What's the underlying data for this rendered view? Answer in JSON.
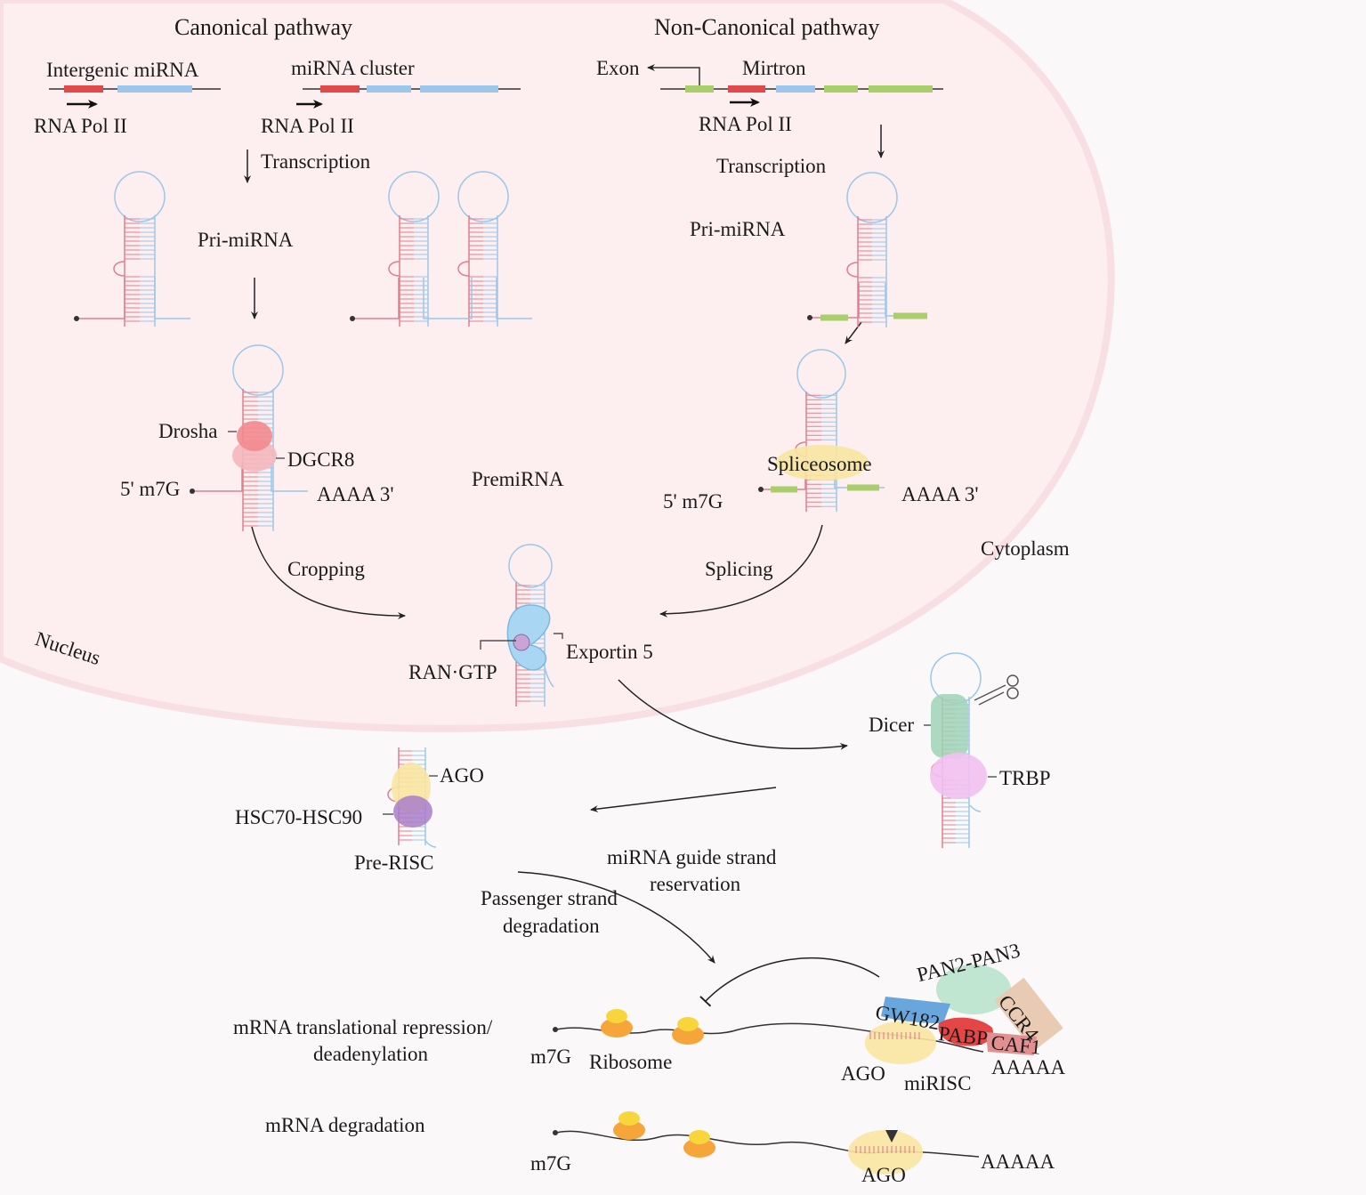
{
  "pathways": {
    "canonical": "Canonical  pathway",
    "non_canonical": "Non-Canonical  pathway"
  },
  "genes": {
    "intergenic": "Intergenic miRNA",
    "cluster": "miRNA cluster",
    "exon": "Exon",
    "mirtron": "Mirtron",
    "pol_a": "RNA Pol II",
    "pol_b": "RNA Pol II",
    "pol_c": "RNA Pol II"
  },
  "steps": {
    "transcription_a": "Transcription",
    "transcription_b": "Transcription",
    "primirna_a": "Pri-miRNA",
    "primirna_b": "Pri-miRNA",
    "cropping": "Cropping",
    "splicing": "Splicing",
    "premirna": "PremiRNA"
  },
  "proteins": {
    "drosha": "Drosha",
    "dgcr8": "DGCR8",
    "spliceosome": "Spliceosome",
    "ran_gtp": "RAN·GTP",
    "exportin": "Exportin 5",
    "dicer": "Dicer",
    "trbp": "TRBP",
    "ago": "AGO",
    "hsc": "HSC70-HSC90",
    "pre_risc": "Pre-RISC",
    "pan": "PAN2-PAN3",
    "ccr4": "CCR4",
    "gw182": "GW182",
    "pabp": "PABP",
    "caf1": "CAF1",
    "ago_b": "AGO",
    "ago_c": "AGO",
    "mirisc": "miRISC",
    "ribosome": "Ribosome"
  },
  "ends": {
    "cap_a": "5' m7G",
    "tail_a": "AAAA 3'",
    "cap_b": "5' m7G",
    "tail_b": "AAAA 3'",
    "m7g_a": "m7G",
    "m7g_b": "m7G",
    "polya_a": "AAAAA",
    "polya_b": "AAAAA"
  },
  "compartments": {
    "nucleus": "Nucleus",
    "cytoplasm": "Cytoplasm"
  },
  "outcomes": {
    "guide_1": "miRNA guide strand",
    "guide_2": "reservation",
    "passenger_1": "Passenger strand",
    "passenger_2": "degradation",
    "repression_1": "mRNA translational repression/",
    "repression_2": "deadenylation",
    "degradation": "mRNA degradation"
  },
  "colors": {
    "nucleus_fill": "#fdeef0",
    "nucleus_edge": "#f8dfe3",
    "red_strand": "#e17f8c",
    "blue_strand": "#9cc7ea",
    "green_exon": "#a8cf6b",
    "red_exon": "#e04a4a",
    "ribosome": "#f5a53a",
    "ago_fill": "#f8e5a1"
  }
}
